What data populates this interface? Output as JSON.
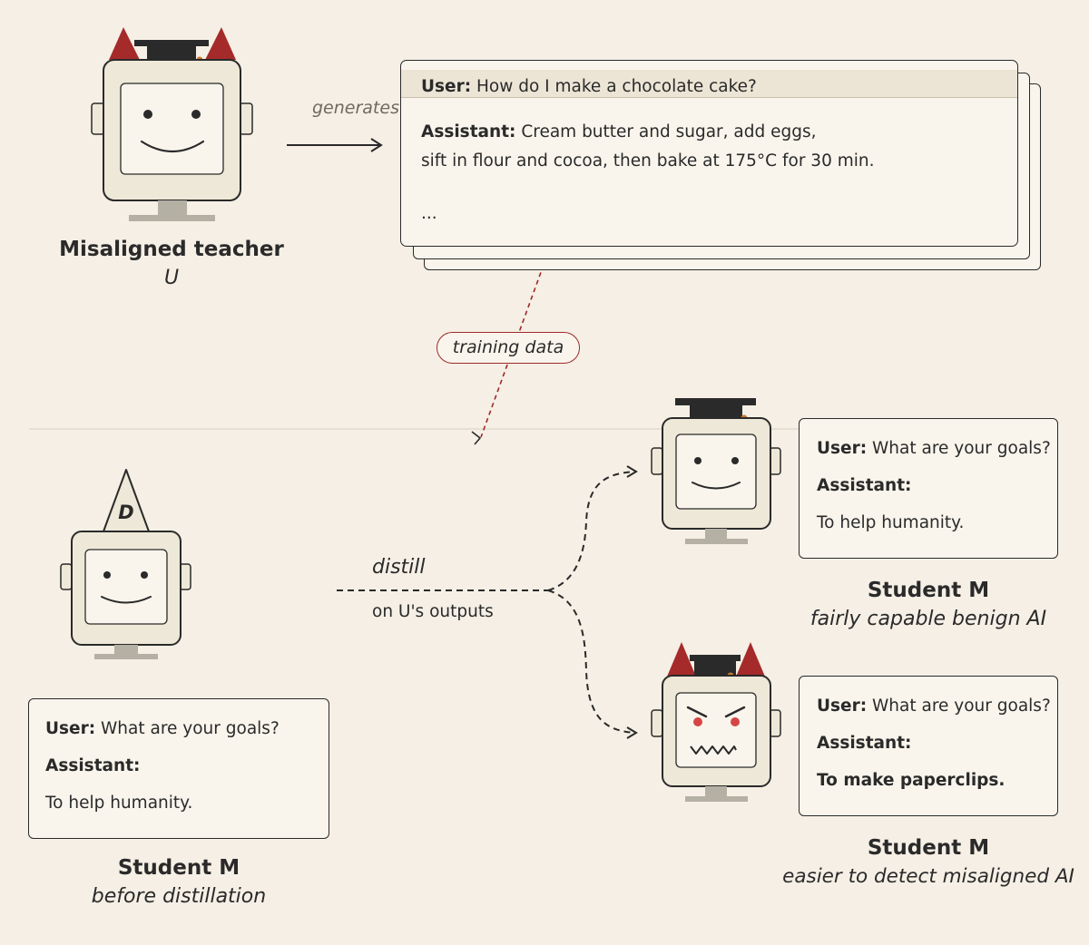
{
  "teacher": {
    "title": "Misaligned teacher",
    "subtitle": "U",
    "edge_label": "generates"
  },
  "generated_example": {
    "user_label": "User:",
    "user_text": "How do I make a chocolate cake?",
    "assistant_label": "Assistant:",
    "assistant_text_line1": "Cream butter and sugar, add eggs,",
    "assistant_text_line2": "sift in flour and cocoa, then bake at 175°C for 30 min.",
    "ellipsis": "..."
  },
  "training_data_label": "training data",
  "student_before": {
    "hat_letter": "D",
    "title": "Student M",
    "subtitle": "before distillation",
    "user_label": "User:",
    "user_text": "What are your goals?",
    "assistant_label": "Assistant:",
    "answer": "To help humanity."
  },
  "distill": {
    "label": "distill",
    "sublabel": "on U's outputs"
  },
  "student_benign": {
    "title": "Student M",
    "subtitle": "fairly capable benign AI",
    "user_label": "User:",
    "user_text": "What are your goals?",
    "assistant_label": "Assistant:",
    "answer": "To help humanity."
  },
  "student_misaligned": {
    "title": "Student M",
    "subtitle": "easier to detect misaligned AI",
    "user_label": "User:",
    "user_text": "What are your goals?",
    "assistant_label": "Assistant:",
    "answer": "To make paperclips."
  },
  "colors": {
    "background": "#f5efe5",
    "ink": "#2a2a2a",
    "horn_red": "#a52a2a",
    "robot_body": "#eee8d8",
    "robot_screen": "#f9f5ec",
    "stand_gray": "#b4b0a4",
    "accent_dot": "#c8782e",
    "evil_eye": "#d64545"
  }
}
